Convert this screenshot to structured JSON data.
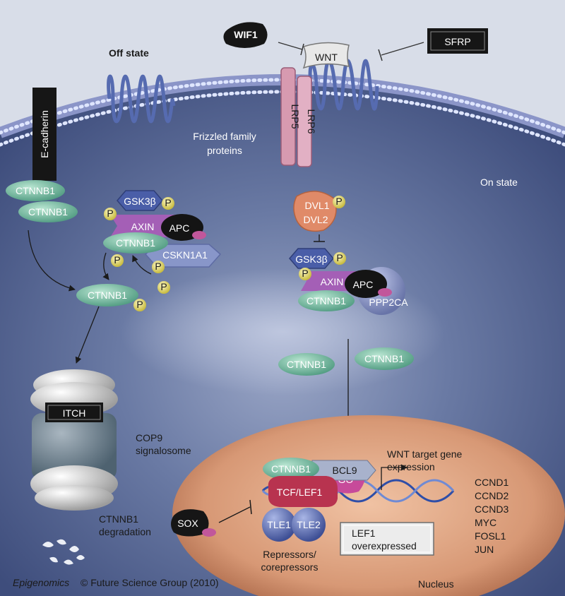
{
  "labels": {
    "off_state": "Off state",
    "on_state": "On state",
    "frizzled": [
      "Frizzled family",
      "proteins"
    ],
    "e_cadherin": "E-cadherin",
    "wif1": "WIF1",
    "wnt": "WNT",
    "sfrp": "SFRP",
    "lrp5": "LRP5",
    "lrp6": "LRP6",
    "ctnnb1": "CTNNB1",
    "gsk3b": "GSK3β",
    "axin": "AXIN",
    "apc": "APC",
    "csnk1a1": "CSKN1A1",
    "p": "P",
    "dvl1": "DVL1",
    "dvl2": "DVL2",
    "ppp2ca": "PPP2CA",
    "itch": "ITCH",
    "cop9": [
      "COP9",
      "signalosome"
    ],
    "degradation": [
      "CTNNB1",
      "degradation"
    ],
    "bcl9": "BCL9",
    "pygo": "PYGO",
    "tcf_lef1": "TCF/LEF1",
    "sox": "SOX",
    "tle1": "TLE1",
    "tle2": "TLE2",
    "repressors": [
      "Repressors/",
      "corepressors"
    ],
    "wnt_target": [
      "WNT target gene",
      "expression"
    ],
    "lef1_over": [
      "LEF1",
      "overexpressed"
    ],
    "target_genes": [
      "CCND1",
      "CCND2",
      "CCND3",
      "MYC",
      "FOSL1",
      "JUN"
    ],
    "nucleus": "Nucleus",
    "journal": "Epigenomics",
    "copyright": "© Future Science Group (2010)"
  },
  "colors": {
    "cytoplasm": "#5a6d96",
    "membrane": "#3f4f80",
    "ctnnb1": "#7fc4a6",
    "gsk3b": "#4a5ea8",
    "axin": "#a45fb6",
    "apc": "#141414",
    "pink_tag": "#c1579b",
    "phospho": "#e9e07a",
    "dvl": "#e08a68",
    "lrp": "#d79ab0",
    "tcf_lef1": "#b8334f",
    "pygo": "#c74a9a",
    "nucleus": "#c8896a",
    "tle": "#5a6fb0"
  }
}
